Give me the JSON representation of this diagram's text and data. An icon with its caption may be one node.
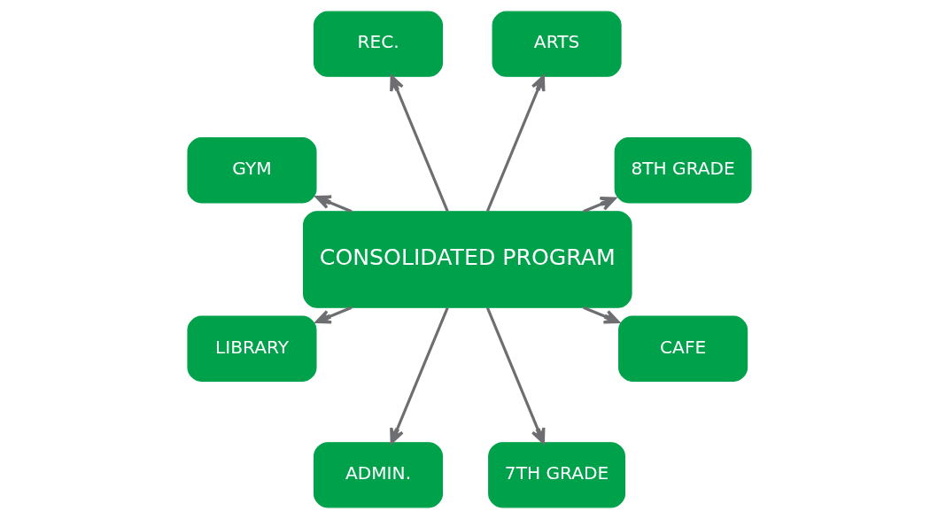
{
  "diagram": {
    "nodes": [
      {
        "text": [
          "8TH GRADE"
        ]
      },
      {
        "text": [
          "ARTS"
        ]
      },
      {
        "text": [
          "REC."
        ]
      },
      {
        "text": [
          "GYM"
        ]
      },
      {
        "text": [
          "CONSOLIDATED PROGRAM"
        ]
      },
      {
        "text": [
          "LIBRARY"
        ]
      },
      {
        "text": [
          "ADMIN."
        ]
      },
      {
        "text": [
          "7TH GRADE"
        ]
      },
      {
        "text": [
          "CAFE"
        ]
      }
    ],
    "edges": [
      {
        "from": 4,
        "to": 0,
        "arrow": "to"
      },
      {
        "from": 4,
        "to": 1,
        "arrow": "to"
      },
      {
        "from": 4,
        "to": 2,
        "arrow": "to"
      },
      {
        "from": 4,
        "to": 3,
        "arrow": "to"
      },
      {
        "from": 4,
        "to": 5,
        "arrow": "to"
      },
      {
        "from": 4,
        "to": 6,
        "arrow": "to"
      },
      {
        "from": 4,
        "to": 7,
        "arrow": "to"
      },
      {
        "from": 4,
        "to": 8,
        "arrow": "to"
      }
    ]
  }
}
